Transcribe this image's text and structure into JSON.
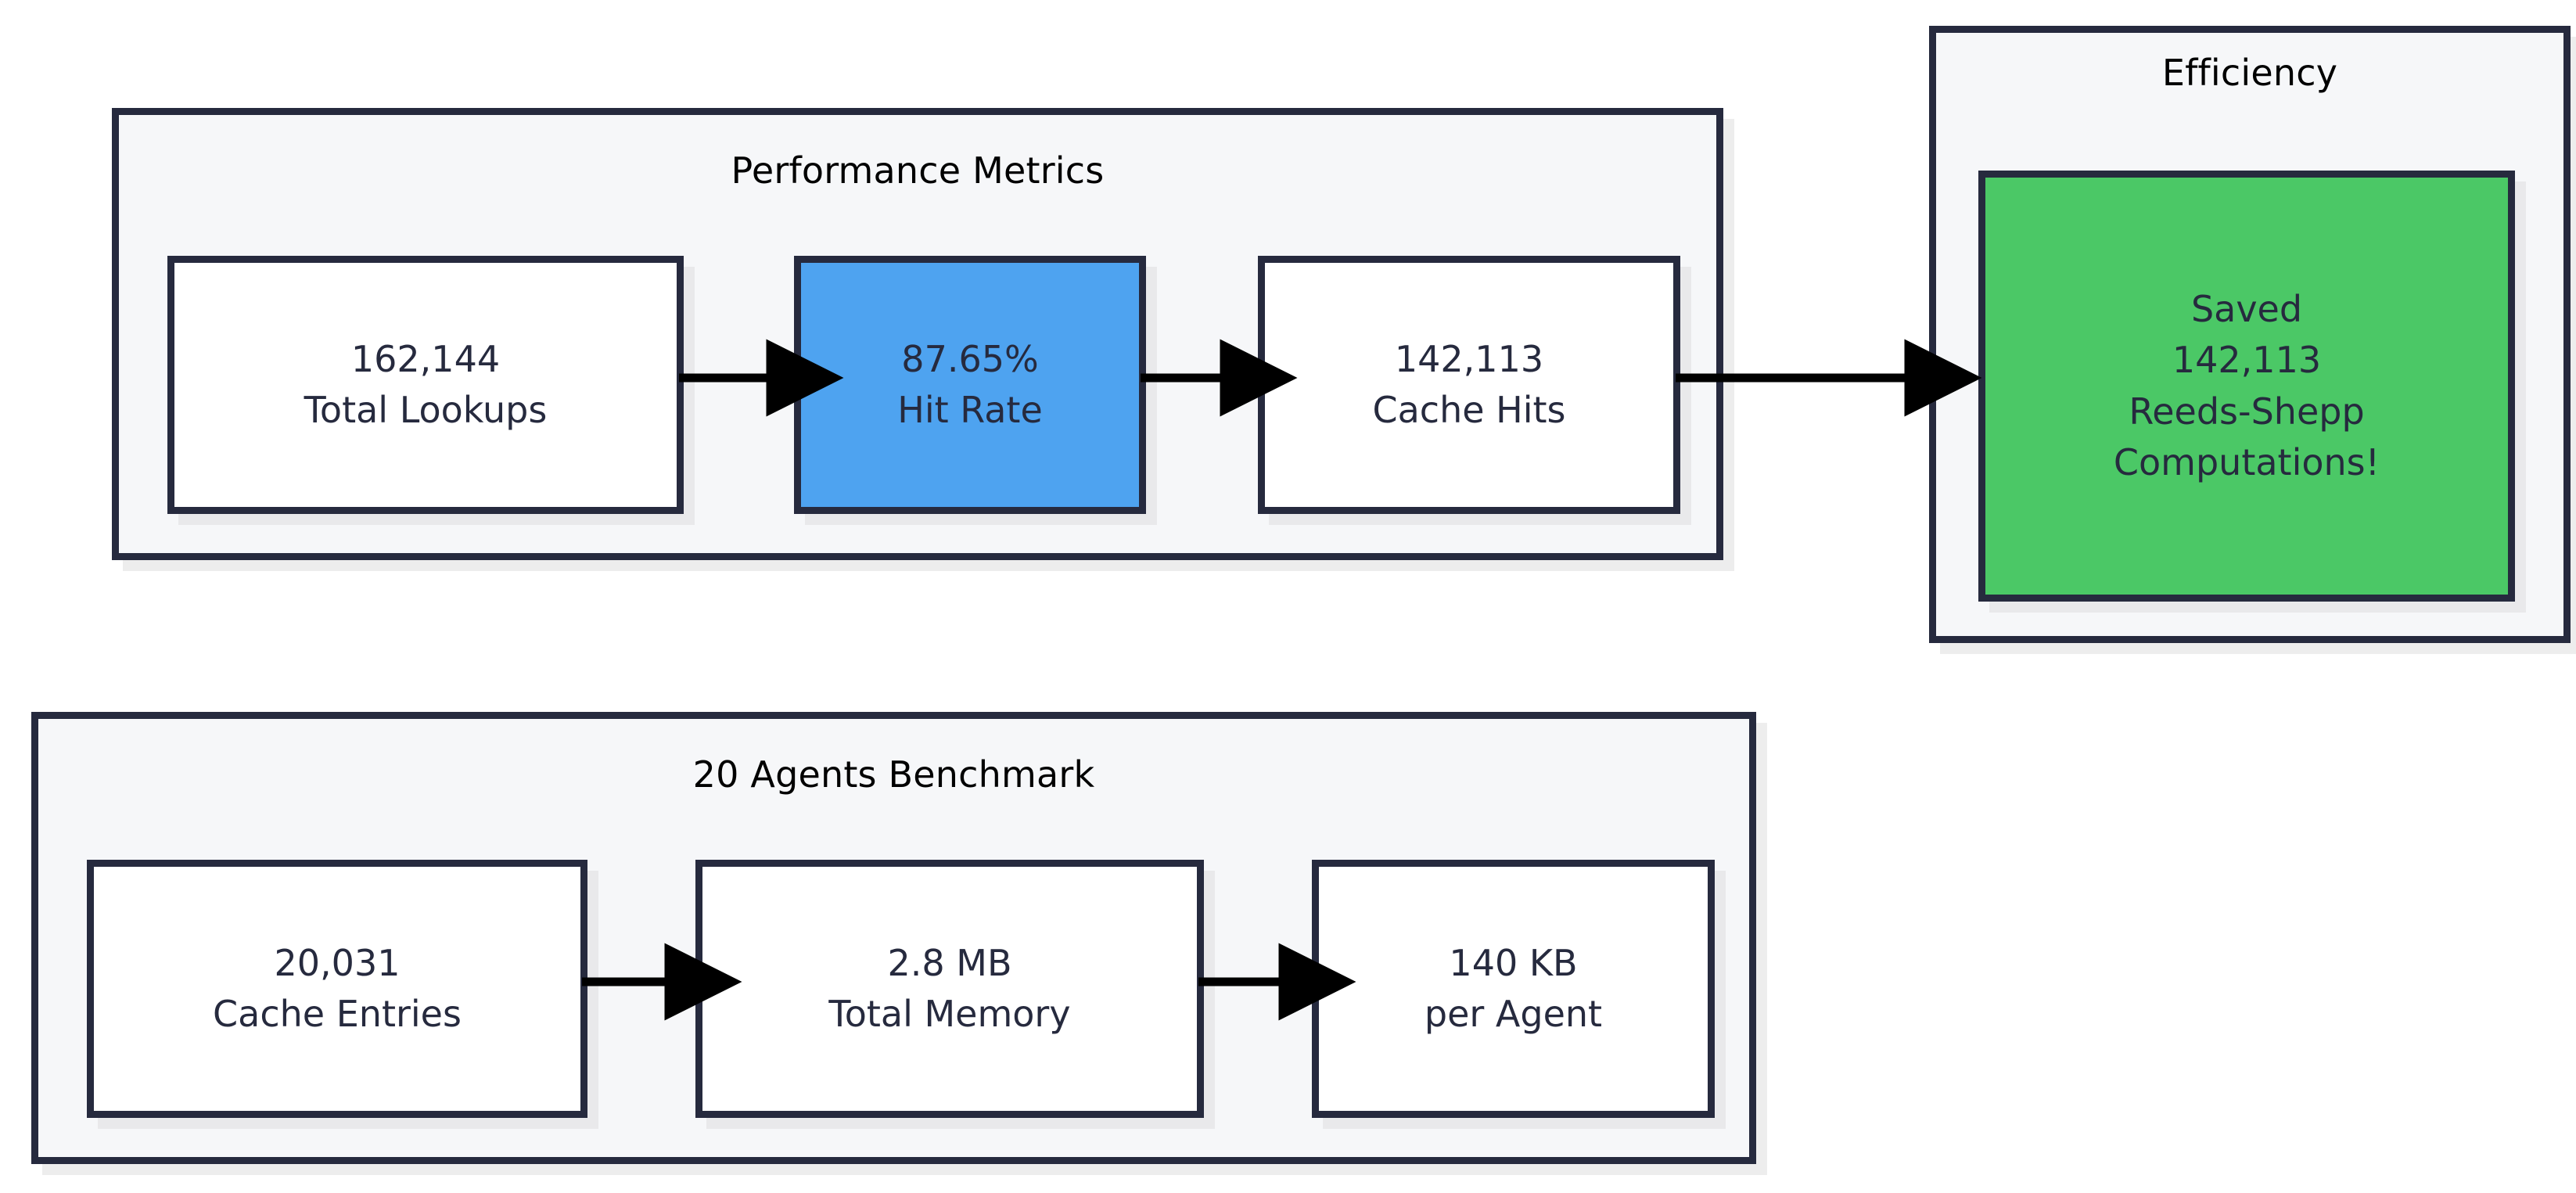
{
  "diagram": {
    "type": "flowchart",
    "direction": "left-to-right",
    "background_color": "#ffffff",
    "border_color": "#262a3e",
    "shadow_color": "#ededed",
    "subgraph_fill": "#f6f7f9",
    "node_fill": "#ffffff",
    "accent_blue": "#4ea3f0",
    "accent_green": "#4bc866",
    "arrow_color": "#000000"
  },
  "subgraphs": [
    {
      "id": "performance-metrics",
      "title": "Performance Metrics",
      "nodes": [
        {
          "id": "total-lookups",
          "value": "162,144",
          "label": "Total Lookups",
          "style": "default"
        },
        {
          "id": "hit-rate",
          "value": "87.65%",
          "label": "Hit Rate",
          "style": "blue"
        },
        {
          "id": "cache-hits",
          "value": "142,113",
          "label": "Cache Hits",
          "style": "default"
        }
      ]
    },
    {
      "id": "efficiency",
      "title": "Efficiency",
      "nodes": [
        {
          "id": "saved-computations",
          "style": "green",
          "lines": [
            "Saved",
            "142,113",
            "Reeds-Shepp",
            "Computations!"
          ]
        }
      ]
    },
    {
      "id": "agents-benchmark",
      "title": "20 Agents Benchmark",
      "nodes": [
        {
          "id": "cache-entries",
          "value": "20,031",
          "label": "Cache Entries",
          "style": "default"
        },
        {
          "id": "total-memory",
          "value": "2.8 MB",
          "label": "Total Memory",
          "style": "default"
        },
        {
          "id": "per-agent",
          "value": "140 KB",
          "label": "per Agent",
          "style": "default"
        }
      ]
    }
  ],
  "edges": [
    {
      "id": "edge-lookups-to-hitrate",
      "from": "total-lookups",
      "to": "hit-rate"
    },
    {
      "id": "edge-hitrate-to-cachehits",
      "from": "hit-rate",
      "to": "cache-hits"
    },
    {
      "id": "edge-cachehits-to-saved",
      "from": "cache-hits",
      "to": "saved-computations"
    },
    {
      "id": "edge-entries-to-memory",
      "from": "cache-entries",
      "to": "total-memory"
    },
    {
      "id": "edge-memory-to-peragent",
      "from": "total-memory",
      "to": "per-agent"
    }
  ]
}
